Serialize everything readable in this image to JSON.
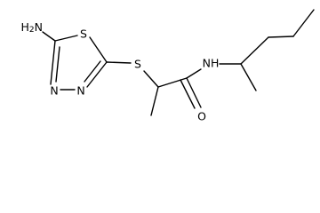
{
  "molecule": {
    "atoms": {
      "amino": "H2N",
      "ring_sulfur": "S",
      "ring_n3": "N",
      "ring_n4": "N",
      "thioether_sulfur": "S",
      "amide_nitrogen": "NH",
      "carbonyl_oxygen": "O"
    }
  }
}
